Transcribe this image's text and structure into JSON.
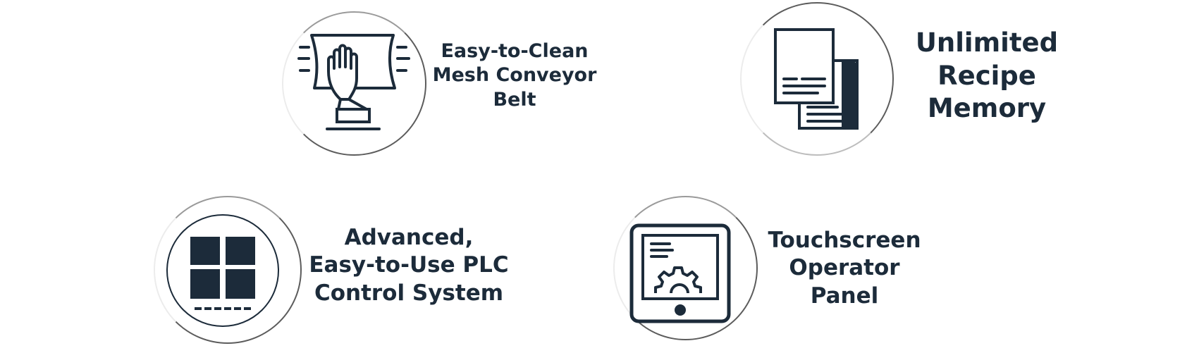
{
  "colors": {
    "ink": "#1c2b3a",
    "ring_dark": "#5c5c5c",
    "ring_light": "#e6e6e6",
    "background": "#ffffff"
  },
  "features": [
    {
      "icon": "hand-wiping-cloth-icon",
      "lines": [
        "Easy-to-Clean",
        "Mesh Conveyor",
        "Belt"
      ]
    },
    {
      "icon": "recipe-documents-icon",
      "lines": [
        "Unlimited",
        "Recipe",
        "Memory"
      ]
    },
    {
      "icon": "plc-control-grid-icon",
      "lines": [
        "Advanced,",
        "Easy-to-Use PLC",
        "Control System"
      ]
    },
    {
      "icon": "touchscreen-gear-icon",
      "lines": [
        "Touchscreen",
        "Operator",
        "Panel"
      ]
    }
  ]
}
